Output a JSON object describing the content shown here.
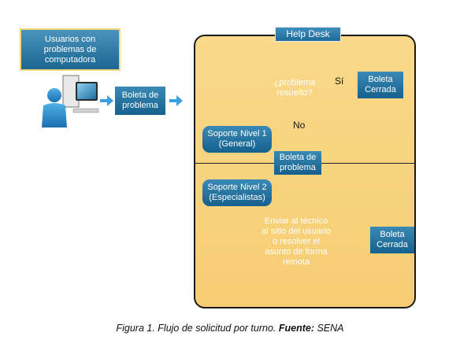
{
  "left_box": "Usuarios con problemas de computadora",
  "ticket_left": "Boleta de problema",
  "panel_title": "Help Desk",
  "decision1": "¿problema resuelto?",
  "yes_label": "Sí",
  "no_label": "No",
  "closed1": "Boleta Cerrada",
  "level1": "Soporte Nivel 1 (General)",
  "ticket_mid": "Boleta de problema",
  "level2": "Soporte Nivel 2 (Especialistas)",
  "decision2": "Enviar al técnico al sitio del usuario o resolver el asunto de forma remota",
  "closed2": "Boleta Cerrada",
  "caption": {
    "prefix": "Figura 1. Flujo de solicitud por turno. ",
    "source_label": "Fuente:",
    "source": " SENA"
  },
  "colors": {
    "panel": "#f6cd73",
    "box": "#1f6f9f",
    "arrow": "#3aa0e0",
    "accent_border": "#f3c64a"
  }
}
